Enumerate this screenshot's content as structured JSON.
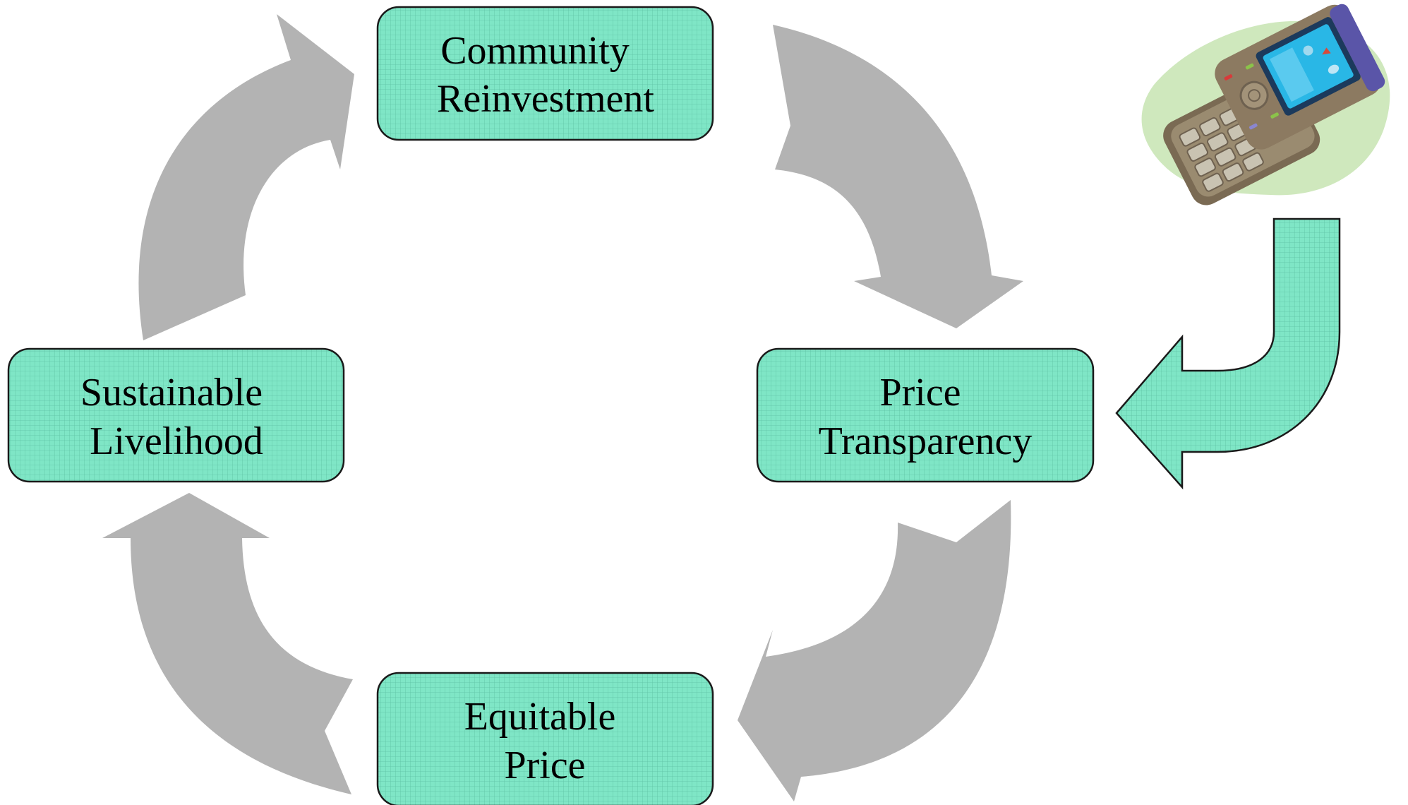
{
  "diagram": {
    "colors": {
      "node_fill": "#7fe6c6",
      "node_stroke": "#1a1a1a",
      "grid_line": "#5fc2a5",
      "cycle_arrow": "#b3b3b3",
      "phone_backdrop": "#cfe8bd",
      "phone_body": "#8c7a61",
      "phone_screen": "#29b7e6",
      "phone_side": "#5a55a8"
    },
    "nodes": {
      "community_reinvestment": {
        "line1": "Community",
        "line2": "Reinvestment"
      },
      "price_transparency": {
        "line1": "Price",
        "line2": "Transparency"
      },
      "equitable_price": {
        "line1": "Equitable",
        "line2": "Price"
      },
      "sustainable_livelihood": {
        "line1": "Sustainable",
        "line2": "Livelihood"
      }
    },
    "icons": {
      "phone": "mobile-phone-icon",
      "entry_arrow": "bent-arrow-icon"
    }
  }
}
